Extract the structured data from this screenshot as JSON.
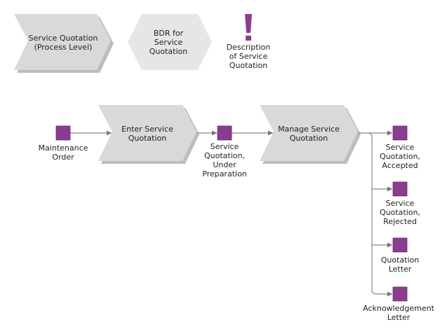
{
  "colors": {
    "shape_fill": "#d9d9d9",
    "shape_shadow": "#bdbdbd",
    "hex_fill": "#e6e6e6",
    "object_fill": "#8a3d8e",
    "object_border": "#6a2a6e",
    "connector": "#888888"
  },
  "legend": {
    "process_level": "Service Quotation\n(Process Level)",
    "bdr": "BDR for\nService\nQuotation",
    "description_icon": "exclamation-icon",
    "description": "Description\nof Service\nQuotation"
  },
  "flow": {
    "input_object": "Maintenance\nOrder",
    "step_enter": "Enter Service\nQuotation",
    "intermediate_object": "Service\nQuotation,\nUnder\nPreparation",
    "step_manage": "Manage Service\nQuotation",
    "outputs": [
      "Service\nQuotation,\nAccepted",
      "Service\nQuotation,\nRejected",
      "Quotation\nLetter",
      "Acknowledgement\nLetter"
    ]
  }
}
